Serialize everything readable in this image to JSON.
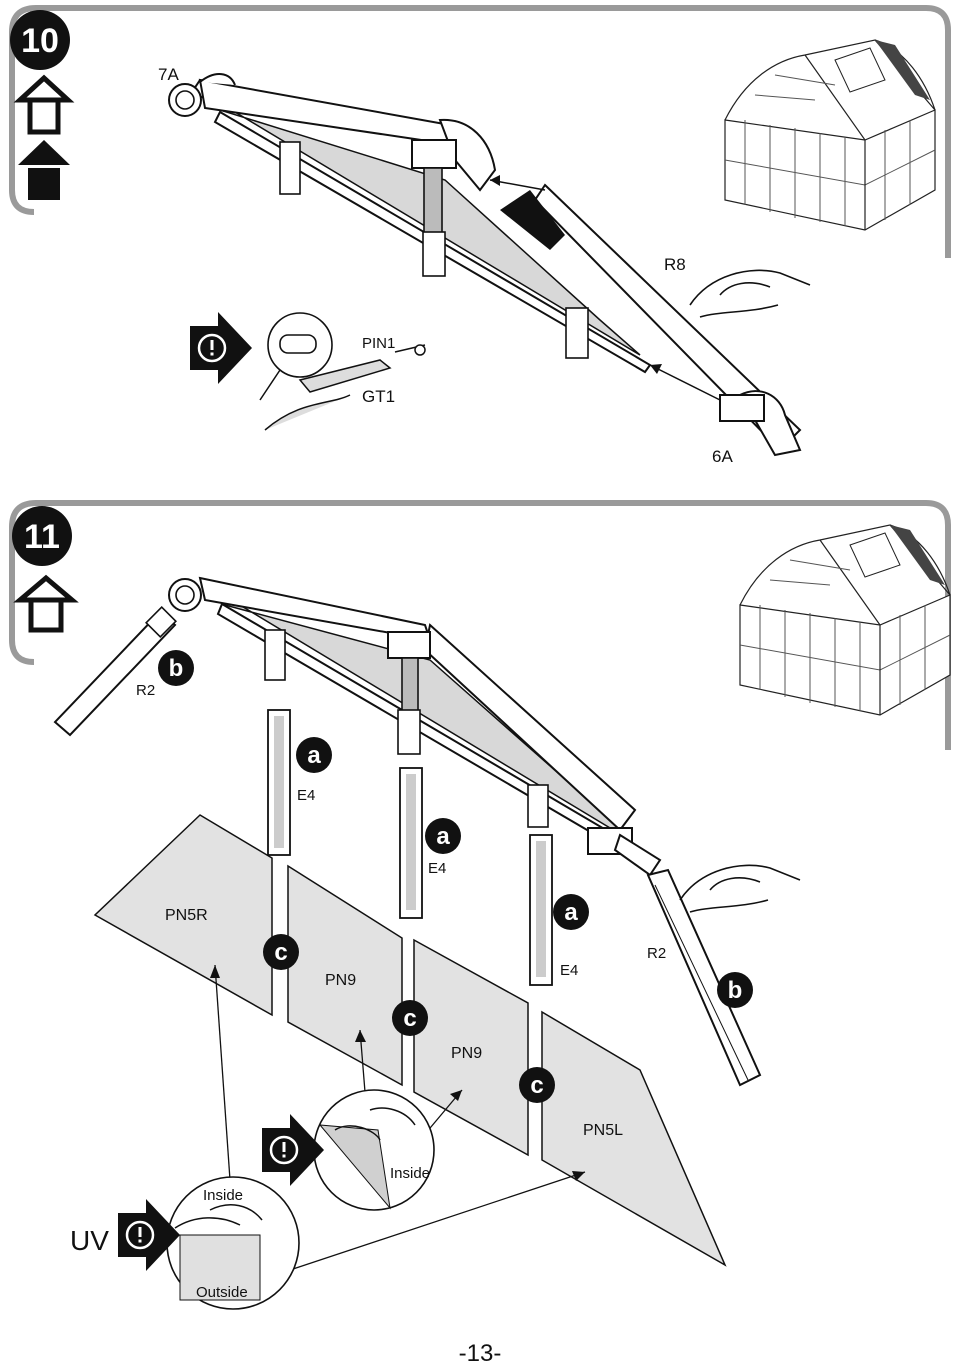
{
  "page_number": "-13-",
  "step10": {
    "number": "10",
    "labels": {
      "part_7a": "7A",
      "part_r8": "R8",
      "part_6a": "6A",
      "pin": "PIN1",
      "tool": "GT1"
    },
    "warning_icon": "exclamation-icon",
    "house_icons": [
      "house-outline-icon",
      "house-filled-icon"
    ]
  },
  "step11": {
    "number": "11",
    "labels": {
      "r2_left": "R2",
      "r2_right": "R2",
      "e4_1": "E4",
      "e4_2": "E4",
      "e4_3": "E4",
      "pn5r": "PN5R",
      "pn9_1": "PN9",
      "pn9_2": "PN9",
      "pn5l": "PN5L",
      "inside_1": "Inside",
      "inside_2": "Inside",
      "outside": "Outside",
      "uv": "UV"
    },
    "badges": {
      "a": "a",
      "b": "b",
      "c": "c"
    },
    "house_icons": [
      "house-outline-icon"
    ]
  }
}
